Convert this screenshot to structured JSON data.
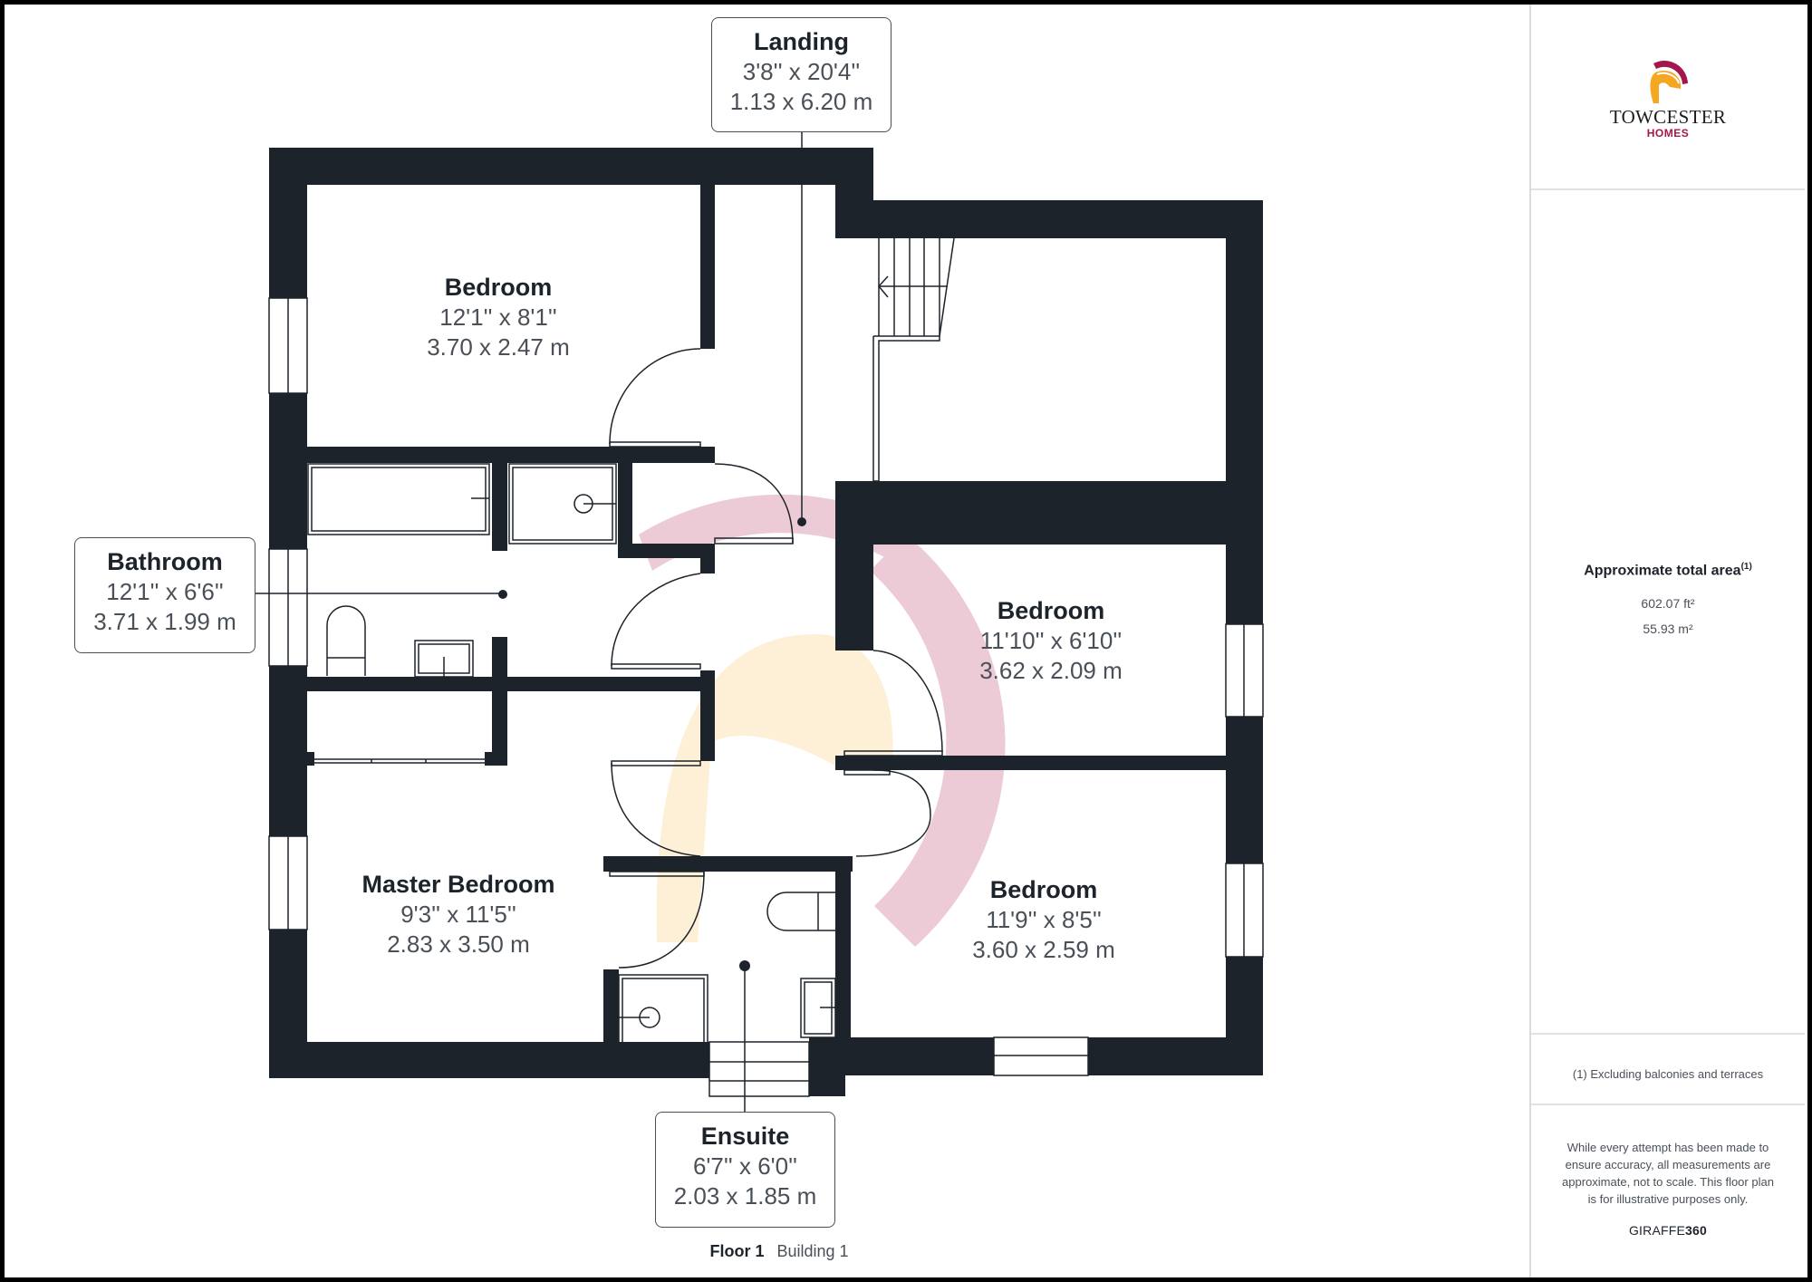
{
  "brand": {
    "name": "TOWCESTER",
    "sub": "HOMES",
    "colors": {
      "crest": "#a3174d",
      "helmet": "#f5a623",
      "text": "#1d1d1d"
    }
  },
  "colors": {
    "wall": "#1d232b",
    "text_dark": "#1d232b",
    "text_dim": "#4a5058",
    "watermark_red": "#e9c6d2",
    "watermark_yellow": "#fdf0d5"
  },
  "rooms": [
    {
      "id": "bedroom-1",
      "name": "Bedroom",
      "imperial": "12'1'' x 8'1''",
      "metric": "3.70 x 2.47 m"
    },
    {
      "id": "landing",
      "name": "Landing",
      "imperial": "3'8'' x 20'4''",
      "metric": "1.13 x 6.20 m"
    },
    {
      "id": "bathroom",
      "name": "Bathroom",
      "imperial": "12'1'' x 6'6''",
      "metric": "3.71 x 1.99 m"
    },
    {
      "id": "bedroom-2",
      "name": "Bedroom",
      "imperial": "11'10'' x 6'10''",
      "metric": "3.62 x 2.09 m"
    },
    {
      "id": "master-bedroom",
      "name": "Master Bedroom",
      "imperial": "9'3'' x 11'5''",
      "metric": "2.83 x 3.50 m"
    },
    {
      "id": "bedroom-3",
      "name": "Bedroom",
      "imperial": "11'9'' x 8'5''",
      "metric": "3.60 x 2.59 m"
    },
    {
      "id": "ensuite",
      "name": "Ensuite",
      "imperial": "6'7'' x 6'0''",
      "metric": "2.03 x 1.85 m"
    }
  ],
  "floor": {
    "label": "Floor 1",
    "building": "Building 1"
  },
  "area": {
    "title": "Approximate total area",
    "footnote_ref": "(1)",
    "sqft": "602.07 ft²",
    "sqm": "55.93 m²"
  },
  "footnote": "(1) Excluding balconies and terraces",
  "disclaimer": "While every attempt has been made to ensure accuracy, all measurements are approximate, not to scale. This floor plan is for illustrative purposes only.",
  "credit": {
    "prefix": "GIRAFFE",
    "suffix": "360"
  }
}
